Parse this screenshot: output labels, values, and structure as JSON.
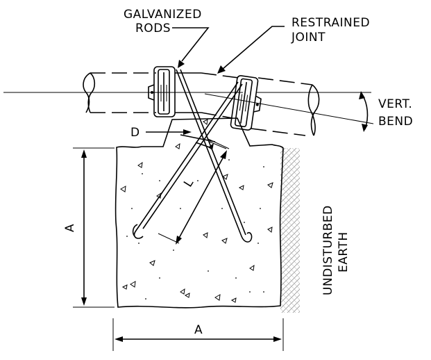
{
  "labels": {
    "galvanized_line1": "GALVANIZED",
    "galvanized_line2": "RODS",
    "restrained_line1": "RESTRAINED",
    "restrained_line2": "JOINT",
    "vert_line1": "VERT.",
    "vert_line2": "BEND",
    "dim_d": "D",
    "dim_l": "L",
    "dim_a_vertical": "A",
    "dim_a_horizontal": "A",
    "earth_line1": "UNDISTURBED",
    "earth_line2": "EARTH"
  },
  "colors": {
    "ink": "#000000",
    "background": "#ffffff"
  }
}
